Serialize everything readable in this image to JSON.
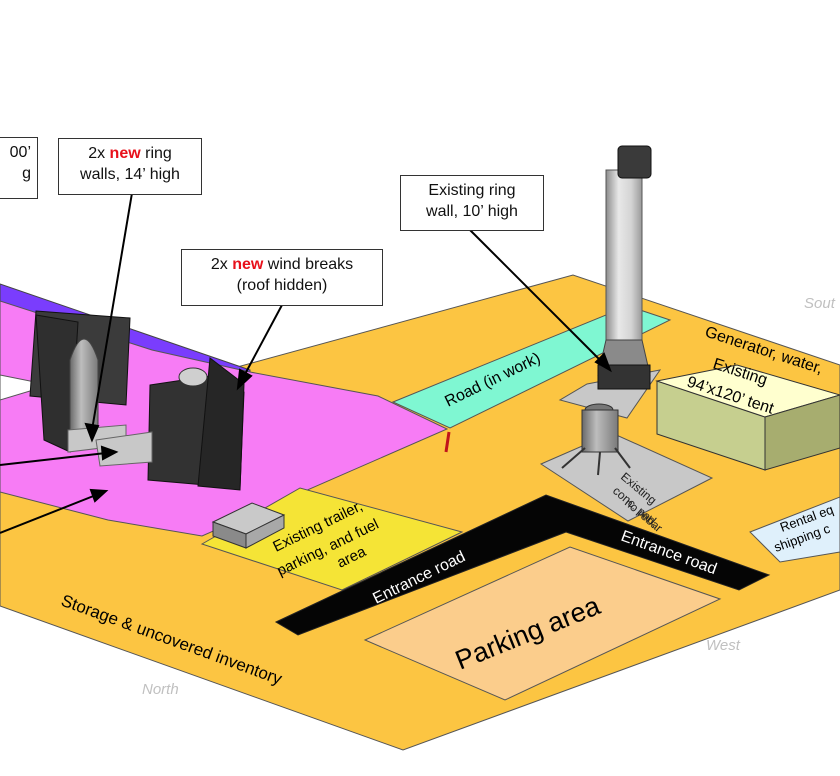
{
  "callouts": {
    "top_left_partial_line1": "00’",
    "top_left_partial_line2": "g",
    "ring_walls": {
      "prefix": "2x ",
      "new_word": "new",
      "suffix_line1": " ring",
      "line2": "walls, 14’ high"
    },
    "wind_breaks": {
      "prefix": "2x ",
      "new_word": "new",
      "suffix_line1": " wind breaks",
      "line2": "(roof hidden)"
    },
    "existing_ring": {
      "line1": "Existing ring",
      "line2": "wall, 10’ high"
    }
  },
  "labels": {
    "road_in_work": "Road (in work)",
    "generator_partial": "Generator, water,",
    "tent_line1": "Existing",
    "tent_line2": "94’x120’ tent",
    "pad_line1": "Existing",
    "pad_line2": "conc. pad,",
    "pad_line3": "no rebar",
    "trailer_line1": "Existing trailer,",
    "trailer_line2": "parking, and fuel",
    "trailer_line3": "area",
    "entrance_road_1": "Entrance road",
    "entrance_road_2": "Entrance road",
    "parking": "Parking area",
    "storage": "Storage & uncovered inventory",
    "rental_partial_line1": "Rental eq",
    "rental_partial_line2": "shipping c",
    "south_partial": "Sout",
    "west": "West",
    "north": "North"
  },
  "colors": {
    "ground": "#fcc542",
    "magenta_zone": "#f77cf5",
    "purple_strip": "#7a3dfd",
    "road_in_work": "#7ff7d2",
    "black_road": "#050505",
    "parking": "#fbcd8c",
    "trailer_area": "#f5e436",
    "new_word": "#e8101a"
  }
}
